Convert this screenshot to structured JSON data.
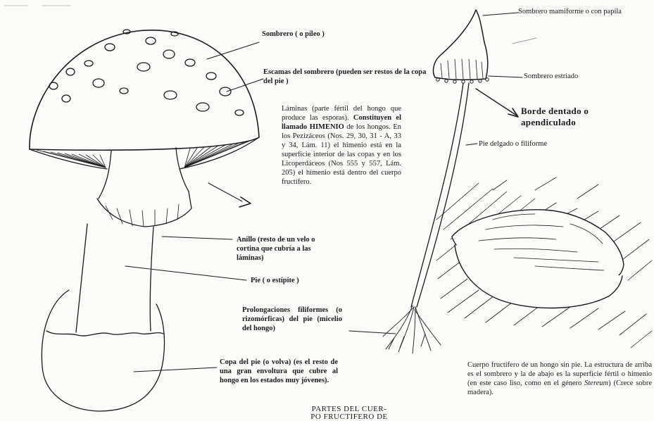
{
  "labels": {
    "sombrero": "Sombrero ( o píleo )",
    "escamas": "Escamas del sombrero (pueden ser restos de la copa del pie )",
    "laminas_intro": "Láminas (parte fértil del hongo que produce las esporas).",
    "laminas_bold": "Constituyen el llamado HIMENIO",
    "laminas_rest": "de los hongos. En los Pezizáceos (Nos. 29, 30, 31 - A, 33 y 34, Lám. 11) el himenio está en la superficie interior de las copas y en los Licoperdáceos (Nos 555 y 557, Lám. 205) el himenio está dentro del cuerpo fructífero.",
    "anillo": "Anillo (resto de un velo o cortina que cubría a las láminas)",
    "pie": "Pie ( o estípite )",
    "prolongaciones": "Prolongaciones filiformes (o rizomórficas) del pie (micelio del hongo)",
    "copa": "Copa del pie (o volva) (es el resto de una gran envoltura que cubre al hongo en los estados muy jóvenes).",
    "sombrero_mamiforme": "Sombrero mamiforme o con papila",
    "sombrero_estriado": "Sombrero estriado",
    "borde_dentado": "Borde dentado o apendiculado",
    "pie_delgado": "Pie delgado o filiforme",
    "cuerpo_intro": "Cuerpo fructífero de un hongo sin pie. La estructura de arriba es el sombrero y la de abajo es la superficie fértil o himenio (en este caso liso, como en el género",
    "cuerpo_genus": "Stereum",
    "cuerpo_end": ") (Crece sobre madera).",
    "title_line1": "PARTES DEL CUER-",
    "title_line2": "PO FRUCTIFERO DE"
  },
  "colors": {
    "ink": "#1a1a1a",
    "paper": "#fbfbf9"
  }
}
